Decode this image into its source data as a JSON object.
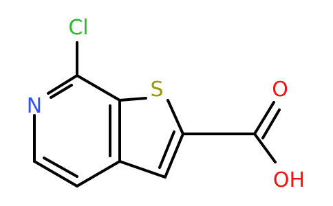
{
  "molecule": {
    "atoms": {
      "cl": {
        "label": "Cl",
        "color": "#1FC01F"
      },
      "s": {
        "label": "S",
        "color": "#999900"
      },
      "n": {
        "label": "N",
        "color": "#3050F8"
      },
      "o": {
        "label": "O",
        "color": "#FF0D0D"
      },
      "oh": {
        "label": "OH",
        "color": "#FF0D0D"
      }
    },
    "bond_color": "#000000"
  }
}
